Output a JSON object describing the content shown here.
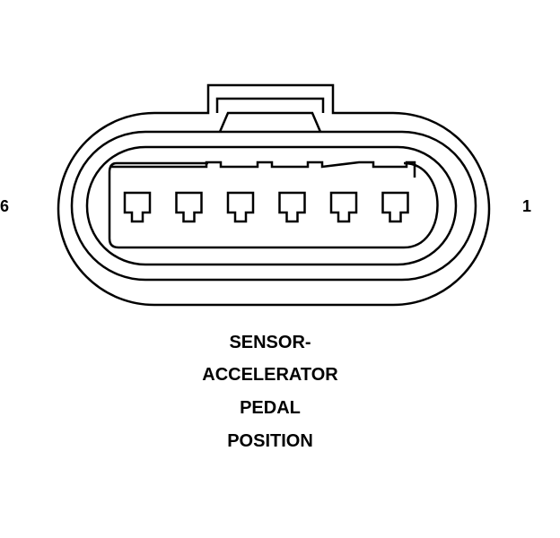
{
  "connector": {
    "pin_label_left": "6",
    "pin_label_right": "1",
    "pin_count": 6
  },
  "caption": {
    "line1": "SENSOR-",
    "line2": "ACCELERATOR",
    "line3": "PEDAL",
    "line4": "POSITION"
  },
  "colors": {
    "stroke": "#000000",
    "background": "#ffffff"
  }
}
